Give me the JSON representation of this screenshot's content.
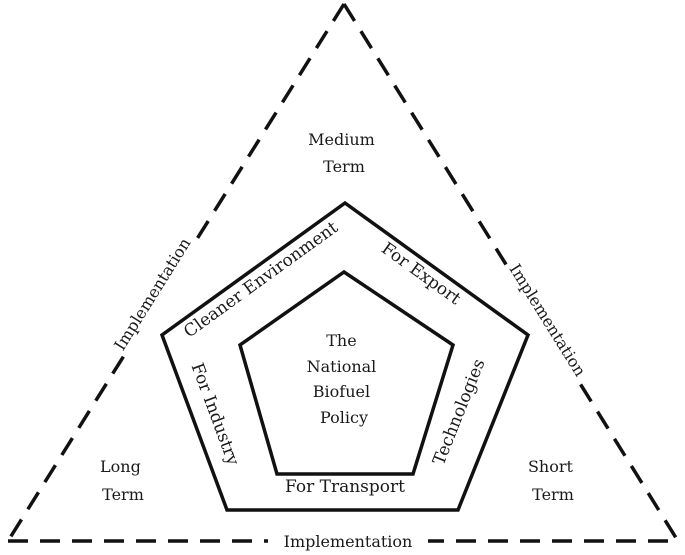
{
  "outer": {
    "top": [
      "Medium",
      "Term"
    ],
    "left": [
      "Long",
      "Term"
    ],
    "right": [
      "Short",
      "Term"
    ],
    "implementation": {
      "left": "Implementation",
      "right": "Implementation",
      "bottom": "Implementation"
    }
  },
  "pentagon": {
    "cleaner_environment": "Cleaner Environment",
    "for_export": "For Export",
    "technologies": "Technologies",
    "for_transport": "For Transport",
    "for_industry": "For Industry"
  },
  "center": {
    "lines": [
      "The",
      "National",
      "Biofuel",
      "Policy"
    ]
  },
  "colors": {
    "stroke": "#111111",
    "text": "#1a1a1a",
    "background": "#ffffff"
  }
}
